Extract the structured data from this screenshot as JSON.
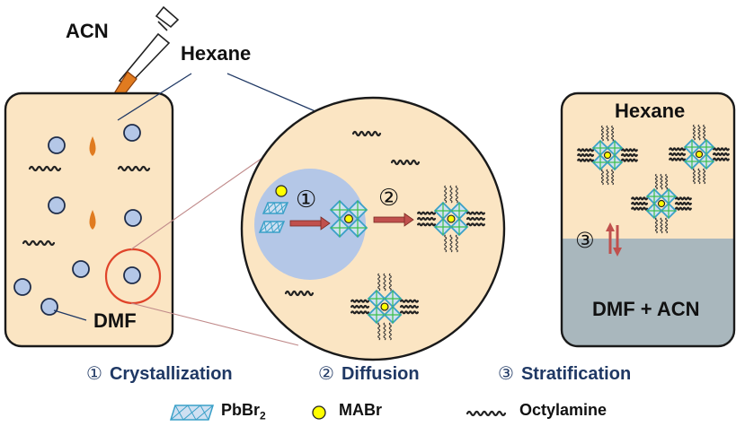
{
  "labels": {
    "acn": "ACN",
    "hexane_left": "Hexane",
    "dmf": "DMF",
    "hexane_right": "Hexane",
    "dmf_acn": "DMF + ACN"
  },
  "steps": {
    "s1_num": "①",
    "s1_text": "Crystallization",
    "s2_num": "②",
    "s2_text": "Diffusion",
    "s3_num": "③",
    "s3_text": "Stratification"
  },
  "zoom_markers": {
    "m1": "①",
    "m2": "②",
    "m3": "③"
  },
  "legend": {
    "pbbr2_main": "PbBr",
    "pbbr2_sub": "2",
    "mabr": "MABr",
    "octylamine": "Octylamine"
  },
  "colors": {
    "solution": "#fbe5c3",
    "dmf_phase": "#a9b7bd",
    "droplet_blue": "#b4c7e7",
    "acn_drop": "#e07b20",
    "crystal_fill": "#cfe0f2",
    "crystal_edge": "#3aa0c8",
    "crystal_line": "#3bbf4a",
    "mabr": "#ffff00",
    "arrow_red": "#c0504d",
    "focus_ring": "#e0442a",
    "text_navy": "#1f3864"
  }
}
